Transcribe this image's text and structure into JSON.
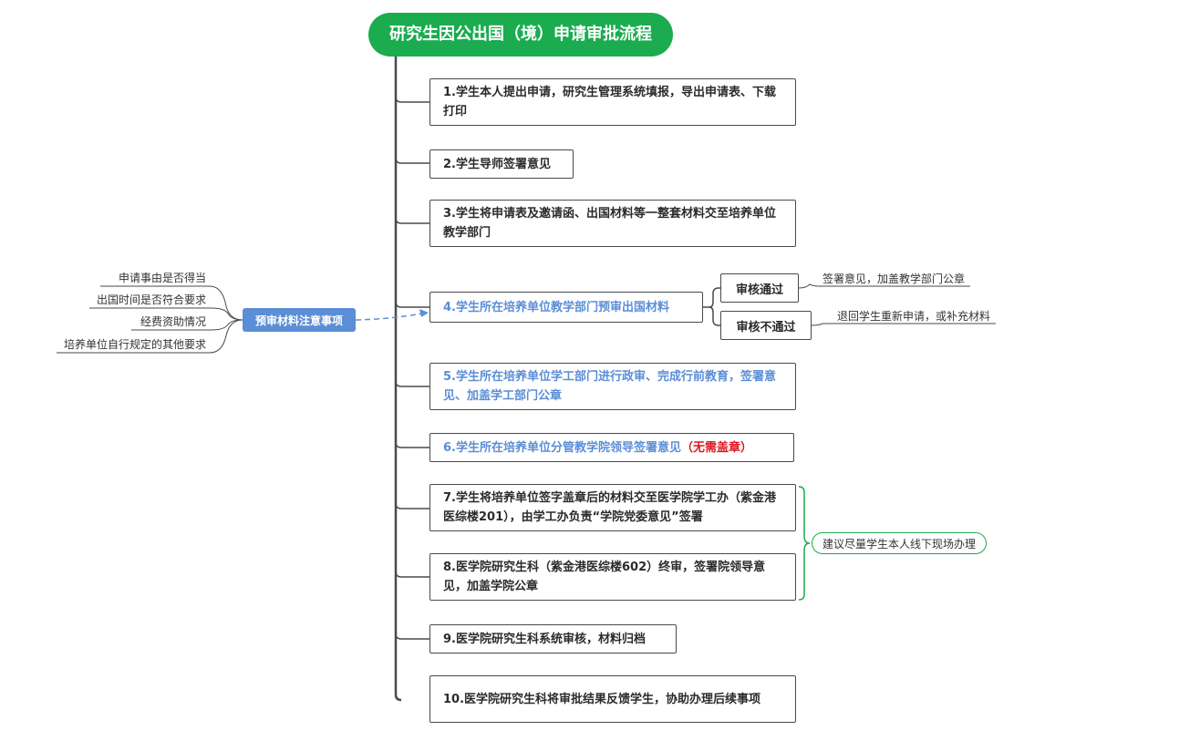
{
  "title": "研究生因公出国（境）申请审批流程",
  "steps": [
    {
      "text": "1.学生本人提出申请，研究生管理系统填报，导出申请表、下载打印"
    },
    {
      "text": "2.学生导师签署意见"
    },
    {
      "text": "3.学生将申请表及邀请函、出国材料等一整套材料交至培养单位教学部门"
    },
    {
      "text": "4.学生所在培养单位教学部门预审出国材料"
    },
    {
      "text": "5.学生所在培养单位学工部门进行政审、完成行前教育，签署意见、加盖学工部门公章"
    },
    {
      "text": "6.学生所在培养单位分管教学院领导签署意见",
      "suffix": "（无需盖章）"
    },
    {
      "text": "7.学生将培养单位签字盖章后的材料交至医学院学工办（紫金港医综楼201），由学工办负责“学院党委意见”签署"
    },
    {
      "text": "8.医学院研究生科（紫金港医综楼602）终审，签署院领导意见，加盖学院公章"
    },
    {
      "text": "9.医学院研究生科系统审核，材料归档"
    },
    {
      "text": "10.医学院研究生科将审批结果反馈学生，协助办理后续事项"
    }
  ],
  "review": {
    "pass_label": "审核通过",
    "pass_note": "签署意见，加盖教学部门公章",
    "fail_label": "审核不通过",
    "fail_note": "退回学生重新申请，或补充材料"
  },
  "precheck": {
    "label": "预审材料注意事项",
    "items": [
      "申请事由是否得当",
      "出国时间是否符合要求",
      "经费资助情况",
      "培养单位自行规定的其他要求"
    ]
  },
  "suggestion": "建议尽量学生本人线下现场办理",
  "colors": {
    "green": "#1aac4f",
    "blue": "#5b8ed6",
    "red": "#e0141c",
    "line": "#4a4a4a"
  }
}
